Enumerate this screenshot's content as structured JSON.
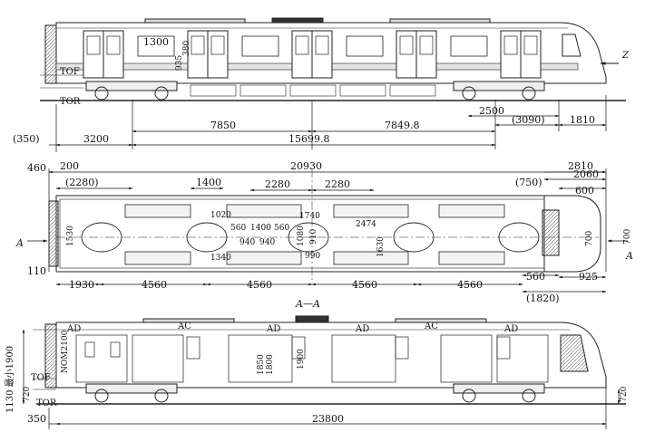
{
  "side_view_top": {
    "labels": {
      "tof": "TOF",
      "tor": "TOR",
      "z": "Z"
    },
    "inner_dims": {
      "d1300": "1300",
      "d935": "935",
      "d380": "380"
    },
    "dims_row1": {
      "d2500": "2500",
      "d3090": "(3090)",
      "d1810": "1810"
    },
    "dims_row2": {
      "d7850": "7850",
      "d7849": "7849.8"
    },
    "dims_row3": {
      "d350": "(350)",
      "d3200": "3200",
      "d15699": "15699.8"
    }
  },
  "plan_view": {
    "top_dims": {
      "d460": "460",
      "d200": "200",
      "d20930": "20930",
      "d2810": "2810",
      "d2280a": "(2280)",
      "d1400": "1400",
      "d2280b": "2280",
      "d2280c": "2280",
      "d750": "(750)",
      "d2060": "2060",
      "d600": "600"
    },
    "inner_dims": {
      "d1020": "1020",
      "d560a": "560",
      "d1400": "1400",
      "d560b": "560",
      "d1740": "1740",
      "d2474": "2474",
      "d940a": "940",
      "d940b": "940",
      "d1530": "1530",
      "d1080": "1080",
      "d910": "910",
      "d1630": "1630",
      "d1340": "1340",
      "d990": "990",
      "d700a": "700",
      "d700b": "700"
    },
    "side_labels": {
      "a_left": "A",
      "a_right": "A",
      "d110": "110"
    },
    "bottom_dims": {
      "d1930": "1930",
      "d4560a": "4560",
      "d4560b": "4560",
      "d4560c": "4560",
      "d4560d": "4560",
      "d560": "560",
      "d925": "925",
      "d1820": "(1820)"
    },
    "section_label": "A—A"
  },
  "section_view": {
    "ac_labels": [
      "AD",
      "AC",
      "AD",
      "AD",
      "AC",
      "AD"
    ],
    "labels": {
      "tof": "TOF",
      "tor": "TOR",
      "nom": "NOM2100",
      "height": "1130 最小1900"
    },
    "inner_dims": {
      "d1850": "1850",
      "d1800": "1800",
      "d1900": "1900"
    },
    "side_dims": {
      "d720a": "720",
      "d720b": "720"
    },
    "bottom_dims": {
      "d350": "350",
      "d23800": "23800"
    }
  }
}
